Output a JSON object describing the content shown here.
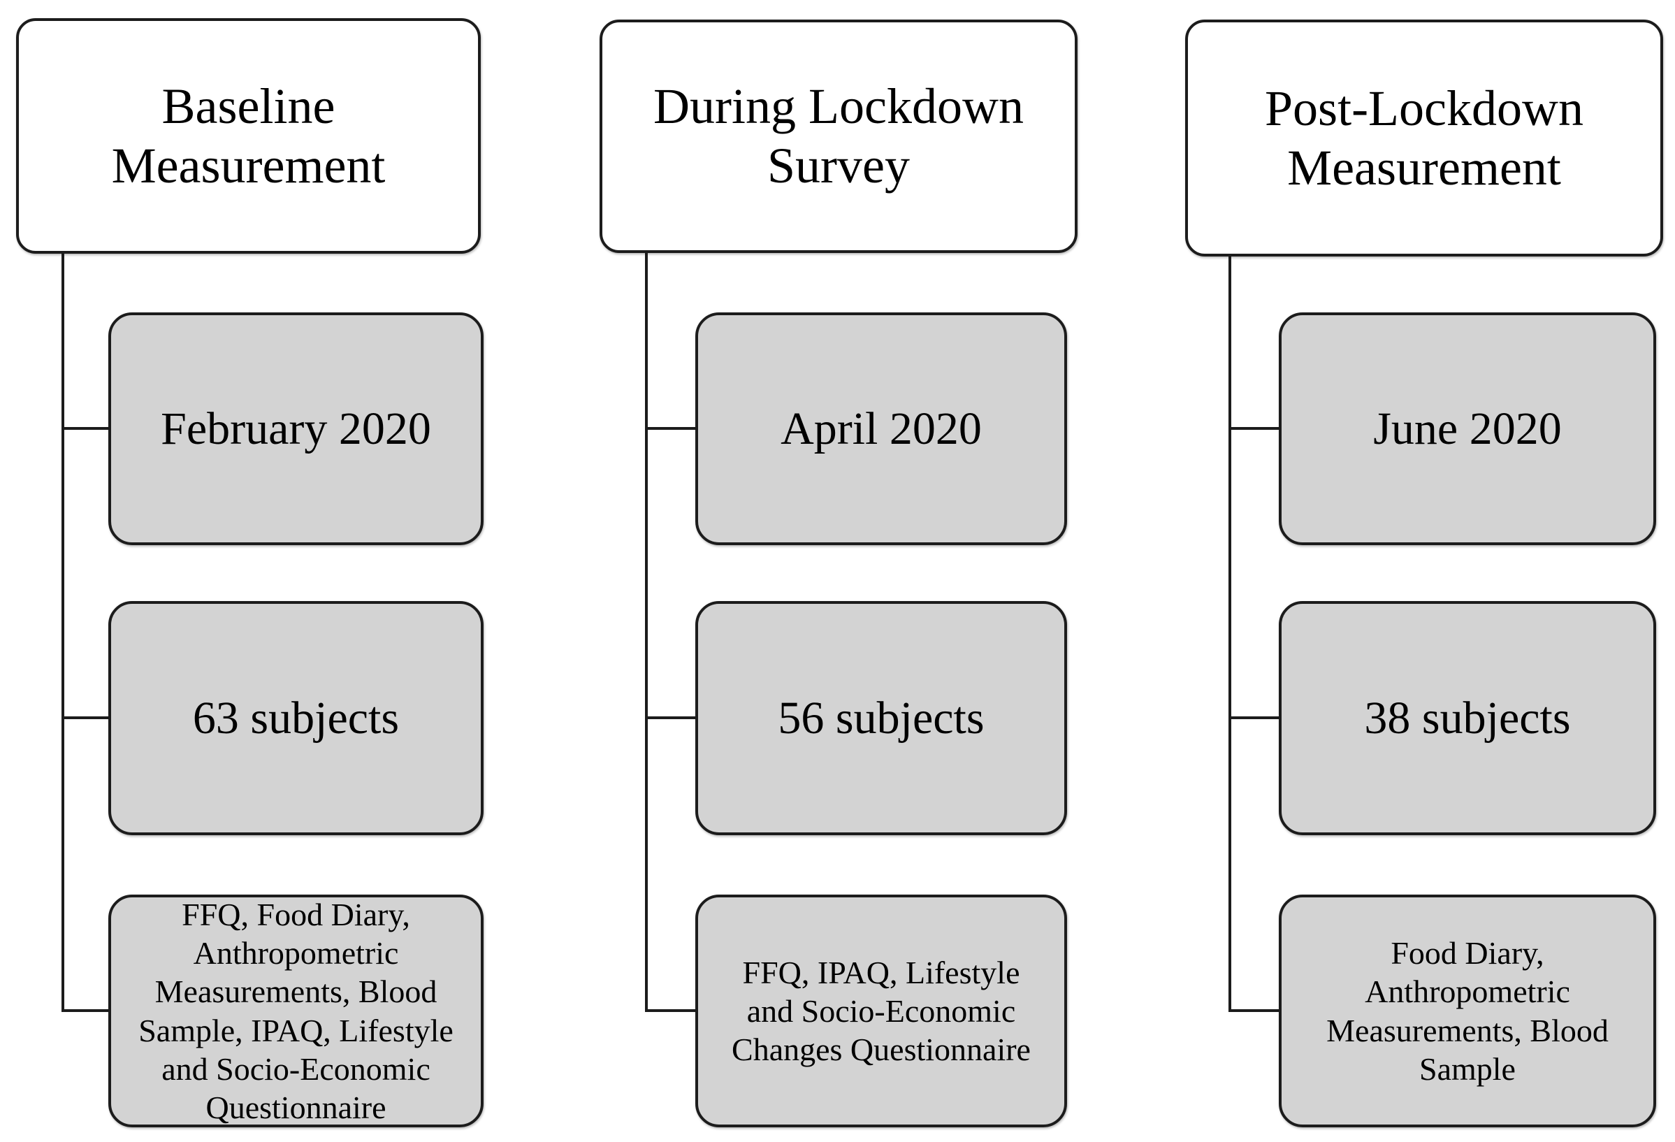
{
  "figure": {
    "background": "#ffffff",
    "border_color": "#1c1c1c",
    "header_fill": "#ffffff",
    "node_fill": "#d3d3d3",
    "connector_color": "#1c1c1c",
    "columns": [
      {
        "id": "baseline",
        "header_lines": [
          "Baseline",
          "Measurement"
        ],
        "nodes": [
          {
            "lines": [
              "February 2020"
            ]
          },
          {
            "lines": [
              "63 subjects"
            ]
          },
          {
            "lines": [
              "FFQ, Food Diary,",
              "Anthropometric",
              "Measurements, Blood",
              "Sample, IPAQ, Lifestyle",
              "and Socio-Economic",
              "Questionnaire"
            ]
          }
        ]
      },
      {
        "id": "during-lockdown",
        "header_lines": [
          "During Lockdown",
          "Survey"
        ],
        "nodes": [
          {
            "lines": [
              "April 2020"
            ]
          },
          {
            "lines": [
              "56 subjects"
            ]
          },
          {
            "lines": [
              "FFQ, IPAQ, Lifestyle",
              "and Socio-Economic",
              "Changes Questionnaire"
            ]
          }
        ]
      },
      {
        "id": "post-lockdown",
        "header_lines": [
          "Post-Lockdown",
          "Measurement"
        ],
        "nodes": [
          {
            "lines": [
              "June 2020"
            ]
          },
          {
            "lines": [
              "38 subjects"
            ]
          },
          {
            "lines": [
              "Food Diary,",
              "Anthropometric",
              "Measurements, Blood",
              "Sample"
            ]
          }
        ]
      }
    ]
  }
}
